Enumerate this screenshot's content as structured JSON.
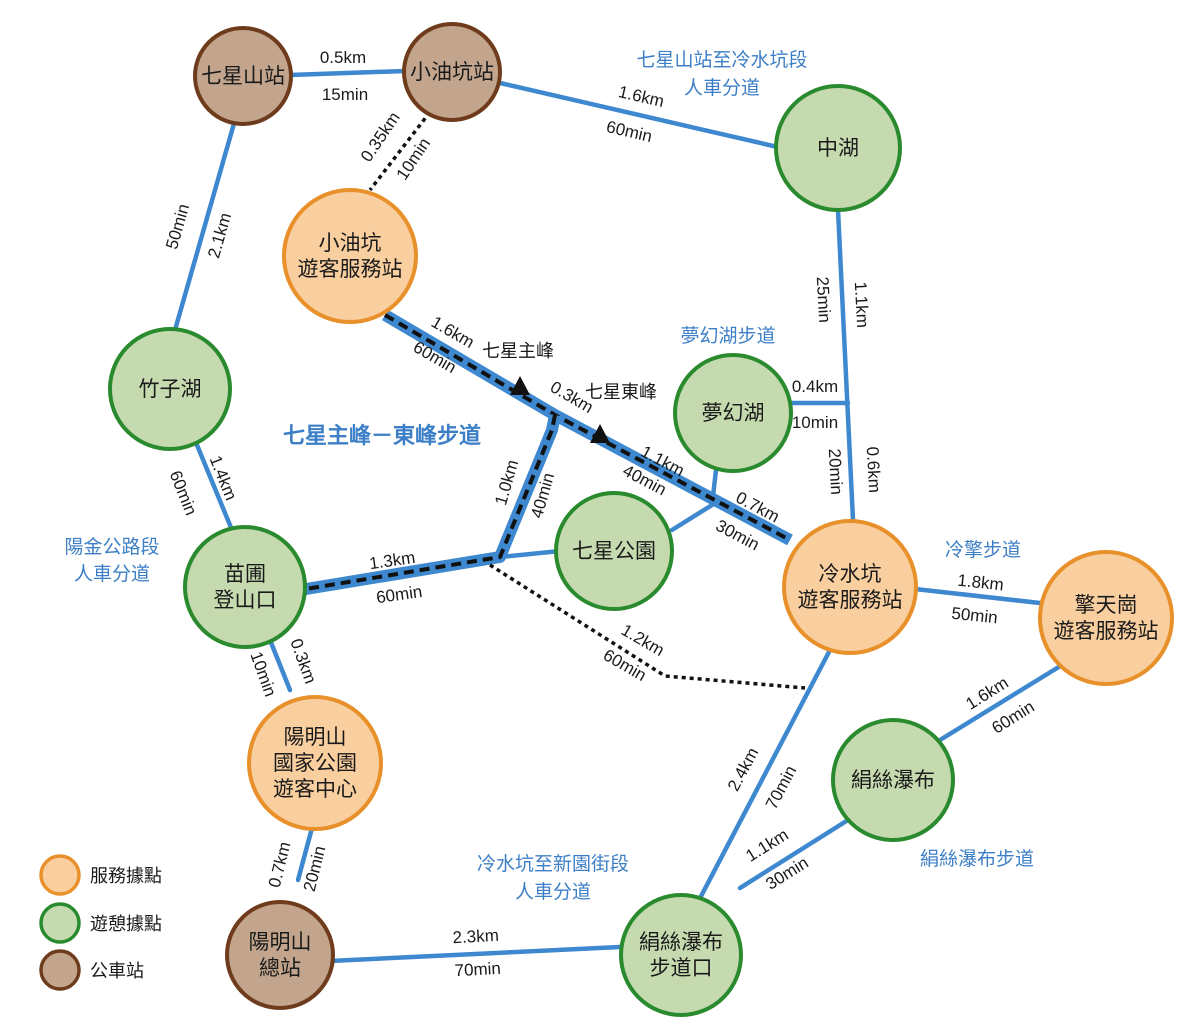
{
  "colors": {
    "route": "#3d88cf",
    "route_label": "#3d7fc6",
    "service_fill": "#f9cf9f",
    "service_stroke": "#e8902a",
    "rest_fill": "#c6dab0",
    "rest_stroke": "#2a8a2e",
    "bus_fill": "#c2a58c",
    "bus_stroke": "#6e3c1c"
  },
  "nodes": {
    "qixingshan": {
      "type": "bus",
      "lines": [
        "七星山站"
      ]
    },
    "xiaoyoukeng_station": {
      "type": "bus",
      "lines": [
        "小油坑站"
      ]
    },
    "zhonghu": {
      "type": "rest",
      "lines": [
        "中湖"
      ]
    },
    "xiaoyoukeng_center": {
      "type": "service",
      "lines": [
        "小油坑",
        "遊客服務站"
      ]
    },
    "zhuzihu": {
      "type": "rest",
      "lines": [
        "竹子湖"
      ]
    },
    "menghuanhu": {
      "type": "rest",
      "lines": [
        "夢幻湖"
      ]
    },
    "qixing_park": {
      "type": "rest",
      "lines": [
        "七星公園"
      ]
    },
    "miaopu": {
      "type": "rest",
      "lines": [
        "苗圃",
        "登山口"
      ]
    },
    "lengshuikeng": {
      "type": "service",
      "lines": [
        "冷水坑",
        "遊客服務站"
      ]
    },
    "qingtiangang": {
      "type": "service",
      "lines": [
        "擎天崗",
        "遊客服務站"
      ]
    },
    "yangmingshan_center": {
      "type": "service",
      "lines": [
        "陽明山",
        "國家公園",
        "遊客中心"
      ]
    },
    "juansi_falls": {
      "type": "rest",
      "lines": [
        "絹絲瀑布"
      ]
    },
    "yangmingshan_bus": {
      "type": "bus",
      "lines": [
        "陽明山",
        "總站"
      ]
    },
    "juansi_trailhead": {
      "type": "rest",
      "lines": [
        "絹絲瀑布",
        "步道口"
      ]
    }
  },
  "edge_labels": {
    "qxs_xyk_dist": "0.5km",
    "qxs_xyk_time": "15min",
    "xyk_zh_dist": "1.6km",
    "xyk_zh_time": "60min",
    "qxs_zzh_dist": "2.1km",
    "qxs_zzh_time": "50min",
    "xyks_xykc_dist": "0.35km",
    "xyks_xykc_time": "10min",
    "zh_jn_dist": "1.1km",
    "zh_jn_time": "25min",
    "mhh_jn_dist": "0.4km",
    "mhh_jn_time": "10min",
    "jn_lsk_dist": "0.6km",
    "jn_lsk_time": "20min",
    "xykc_peak_dist": "1.6km",
    "xykc_peak_time": "60min",
    "peaks_dist": "0.3km",
    "east_lsk_dist1": "1.1km",
    "east_lsk_time1": "40min",
    "east_lsk_dist2": "0.7km",
    "east_lsk_time2": "30min",
    "mj_peak_dist": "1.0km",
    "mj_peak_time": "40min",
    "mp_mj_dist": "1.3km",
    "mp_mj_time": "60min",
    "zzh_mp_dist": "1.4km",
    "zzh_mp_time": "60min",
    "mj_lsk_dist": "1.2km",
    "mj_lsk_time": "60min",
    "lsk_qtg_dist": "1.8km",
    "lsk_qtg_time": "50min",
    "mp_ymsc_dist": "0.3km",
    "mp_ymsc_time": "10min",
    "qtg_jsf_dist": "1.6km",
    "qtg_jsf_time": "60min",
    "lsk_jst_dist": "2.4km",
    "lsk_jst_time": "70min",
    "ymsc_bus_dist": "0.7km",
    "ymsc_bus_time": "20min",
    "jsf_jst_dist": "1.1km",
    "jsf_jst_time": "30min",
    "bus_jst_dist": "2.3km",
    "bus_jst_time": "70min"
  },
  "peaks": {
    "main": "七星主峰",
    "east": "七星東峰"
  },
  "route_labels": {
    "qxs_lsk_line1": "七星山站至冷水坑段",
    "qxs_lsk_line2": "人車分道",
    "menghuanhu_trail": "夢幻湖步道",
    "main_east_trail": "七星主峰－東峰步道",
    "yangjin_line1": "陽金公路段",
    "yangjin_line2": "人車分道",
    "lengqing_trail": "冷擎步道",
    "juansi_trail": "絹絲瀑布步道",
    "lsk_xinyuan_line1": "冷水坑至新園街段",
    "lsk_xinyuan_line2": "人車分道"
  },
  "legend": {
    "service": "服務據點",
    "rest": "遊憩據點",
    "bus": "公車站"
  }
}
